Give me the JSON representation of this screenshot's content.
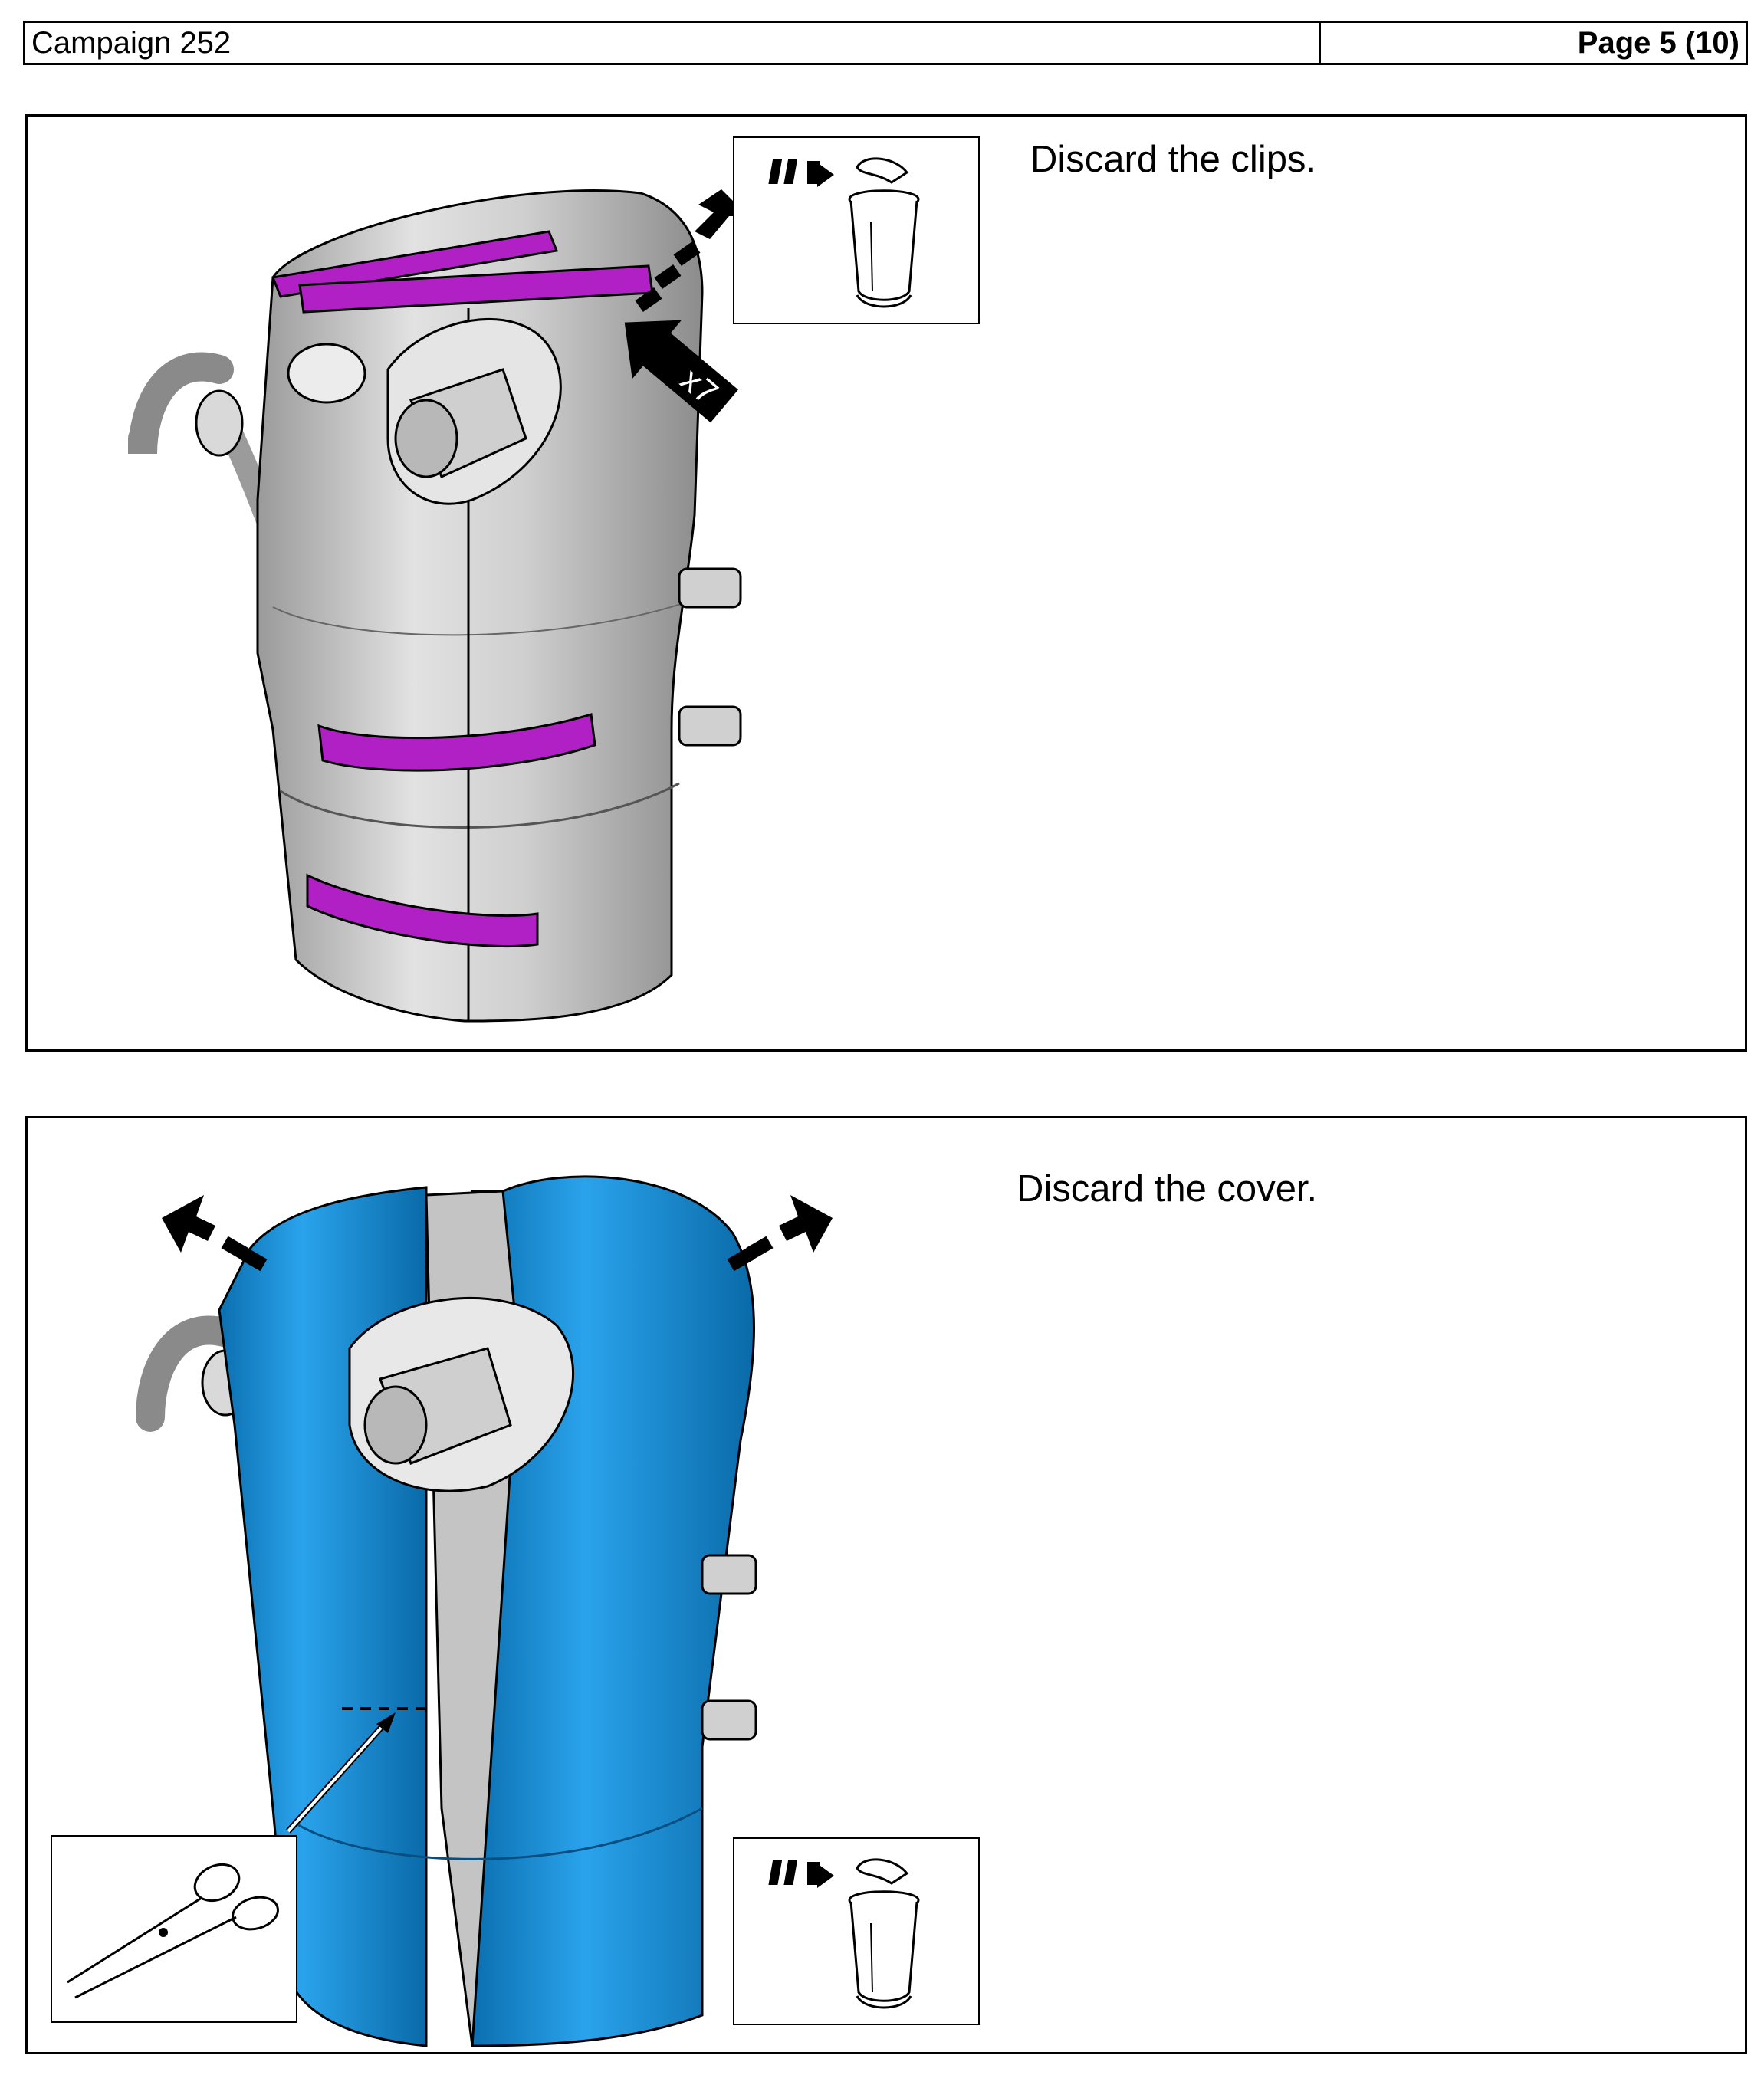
{
  "header": {
    "campaign": "Campaign 252",
    "page": "Page 5 (10)"
  },
  "steps": [
    {
      "instruction": "Discard the clips.",
      "quantity_label": "x7",
      "icons": [
        "discard-bin-icon",
        "removal-arrow-icon",
        "push-arrow-icon"
      ],
      "part_color": "#c0c0c0",
      "clip_color": "#b120c4"
    },
    {
      "instruction": "Discard the cover.",
      "icons": [
        "discard-bin-icon",
        "scissors-icon",
        "removal-arrow-icon"
      ],
      "part_color": "#c0c0c0",
      "cover_color": "#1d8fd6"
    }
  ]
}
